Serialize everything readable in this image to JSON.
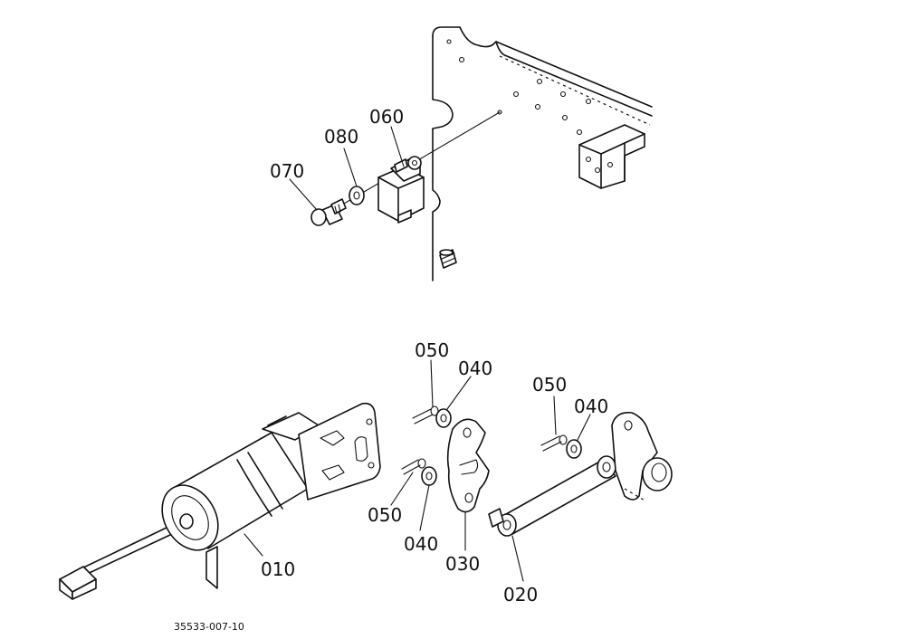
{
  "labels": {
    "p010": "010",
    "p020": "020",
    "p030": "030",
    "p040_a": "040",
    "p040_b": "040",
    "p040_c": "040",
    "p050_a": "050",
    "p050_b": "050",
    "p050_c": "050",
    "p060": "060",
    "p070": "070",
    "p080": "080"
  },
  "reference": "35533-007-10"
}
